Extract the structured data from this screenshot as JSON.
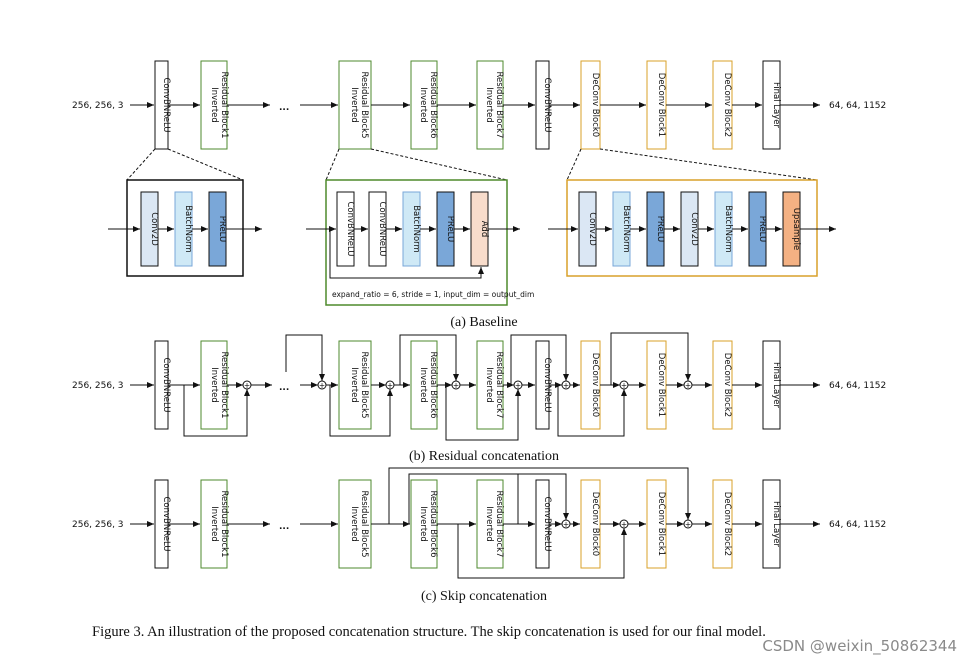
{
  "colors": {
    "conv_border": "#111111",
    "inverted_border": "#4e8a2c",
    "deconv_border": "#d9a12a",
    "conv2d_fill": "#dbe7f4",
    "batchnorm_fill": "#cfe9f6",
    "prelu_fill": "#7aa7d8",
    "add_fill": "#f8dccb",
    "upsample_fill": "#f4b183",
    "zoom_black": "#111111",
    "zoom_green": "#4e8a2c",
    "zoom_gold": "#d9a12a"
  },
  "io": {
    "input": "256, 256, 3",
    "output": "64, 64, 1152",
    "ellipsis": "..."
  },
  "labels": {
    "convbnrelu": "ConvBNReLU",
    "irb1_a": "Inverted",
    "irb1_b": "Residual Block1",
    "irb5_a": "Inverted",
    "irb5_b": "Residual Block5",
    "irb6_a": "Inverted",
    "irb6_b": "Residual Block6",
    "irb7_a": "Inverted",
    "irb7_b": "Residual Block7",
    "deconv0": "DeConv Block0",
    "deconv1": "DeConv Block1",
    "deconv2": "DeConv Block2",
    "final": "Final Layer",
    "conv2d": "Conv2D",
    "batchnorm": "BatchNorm",
    "prelu": "PReLU",
    "add": "Add",
    "upsample": "Upsample",
    "param_note": "expand_ratio = 6, stride = 1, input_dim = output_dim",
    "plus": "+"
  },
  "captions": {
    "a": "(a) Baseline",
    "b": "(b) Residual concatenation",
    "c": "(c) Skip concatenation",
    "figure": "Figure 3. An illustration of the proposed concatenation structure. The skip concatenation is used for our final model."
  },
  "watermark": "CSDN @weixin_50862344"
}
